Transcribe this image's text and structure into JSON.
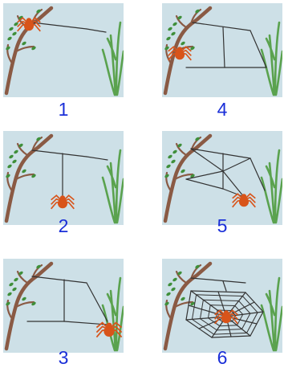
{
  "panels": [
    {
      "id": "p1",
      "label": "1"
    },
    {
      "id": "p2",
      "label": "2"
    },
    {
      "id": "p3",
      "label": "3"
    },
    {
      "id": "p4",
      "label": "4"
    },
    {
      "id": "p5",
      "label": "5"
    },
    {
      "id": "p6",
      "label": "6"
    }
  ],
  "colors": {
    "sky": "#cde0e7",
    "number": "#1a2fd8",
    "spider": "#d8541a",
    "branch": "#8a5a44",
    "grass": "#5aa24e",
    "silk": "#333333"
  }
}
